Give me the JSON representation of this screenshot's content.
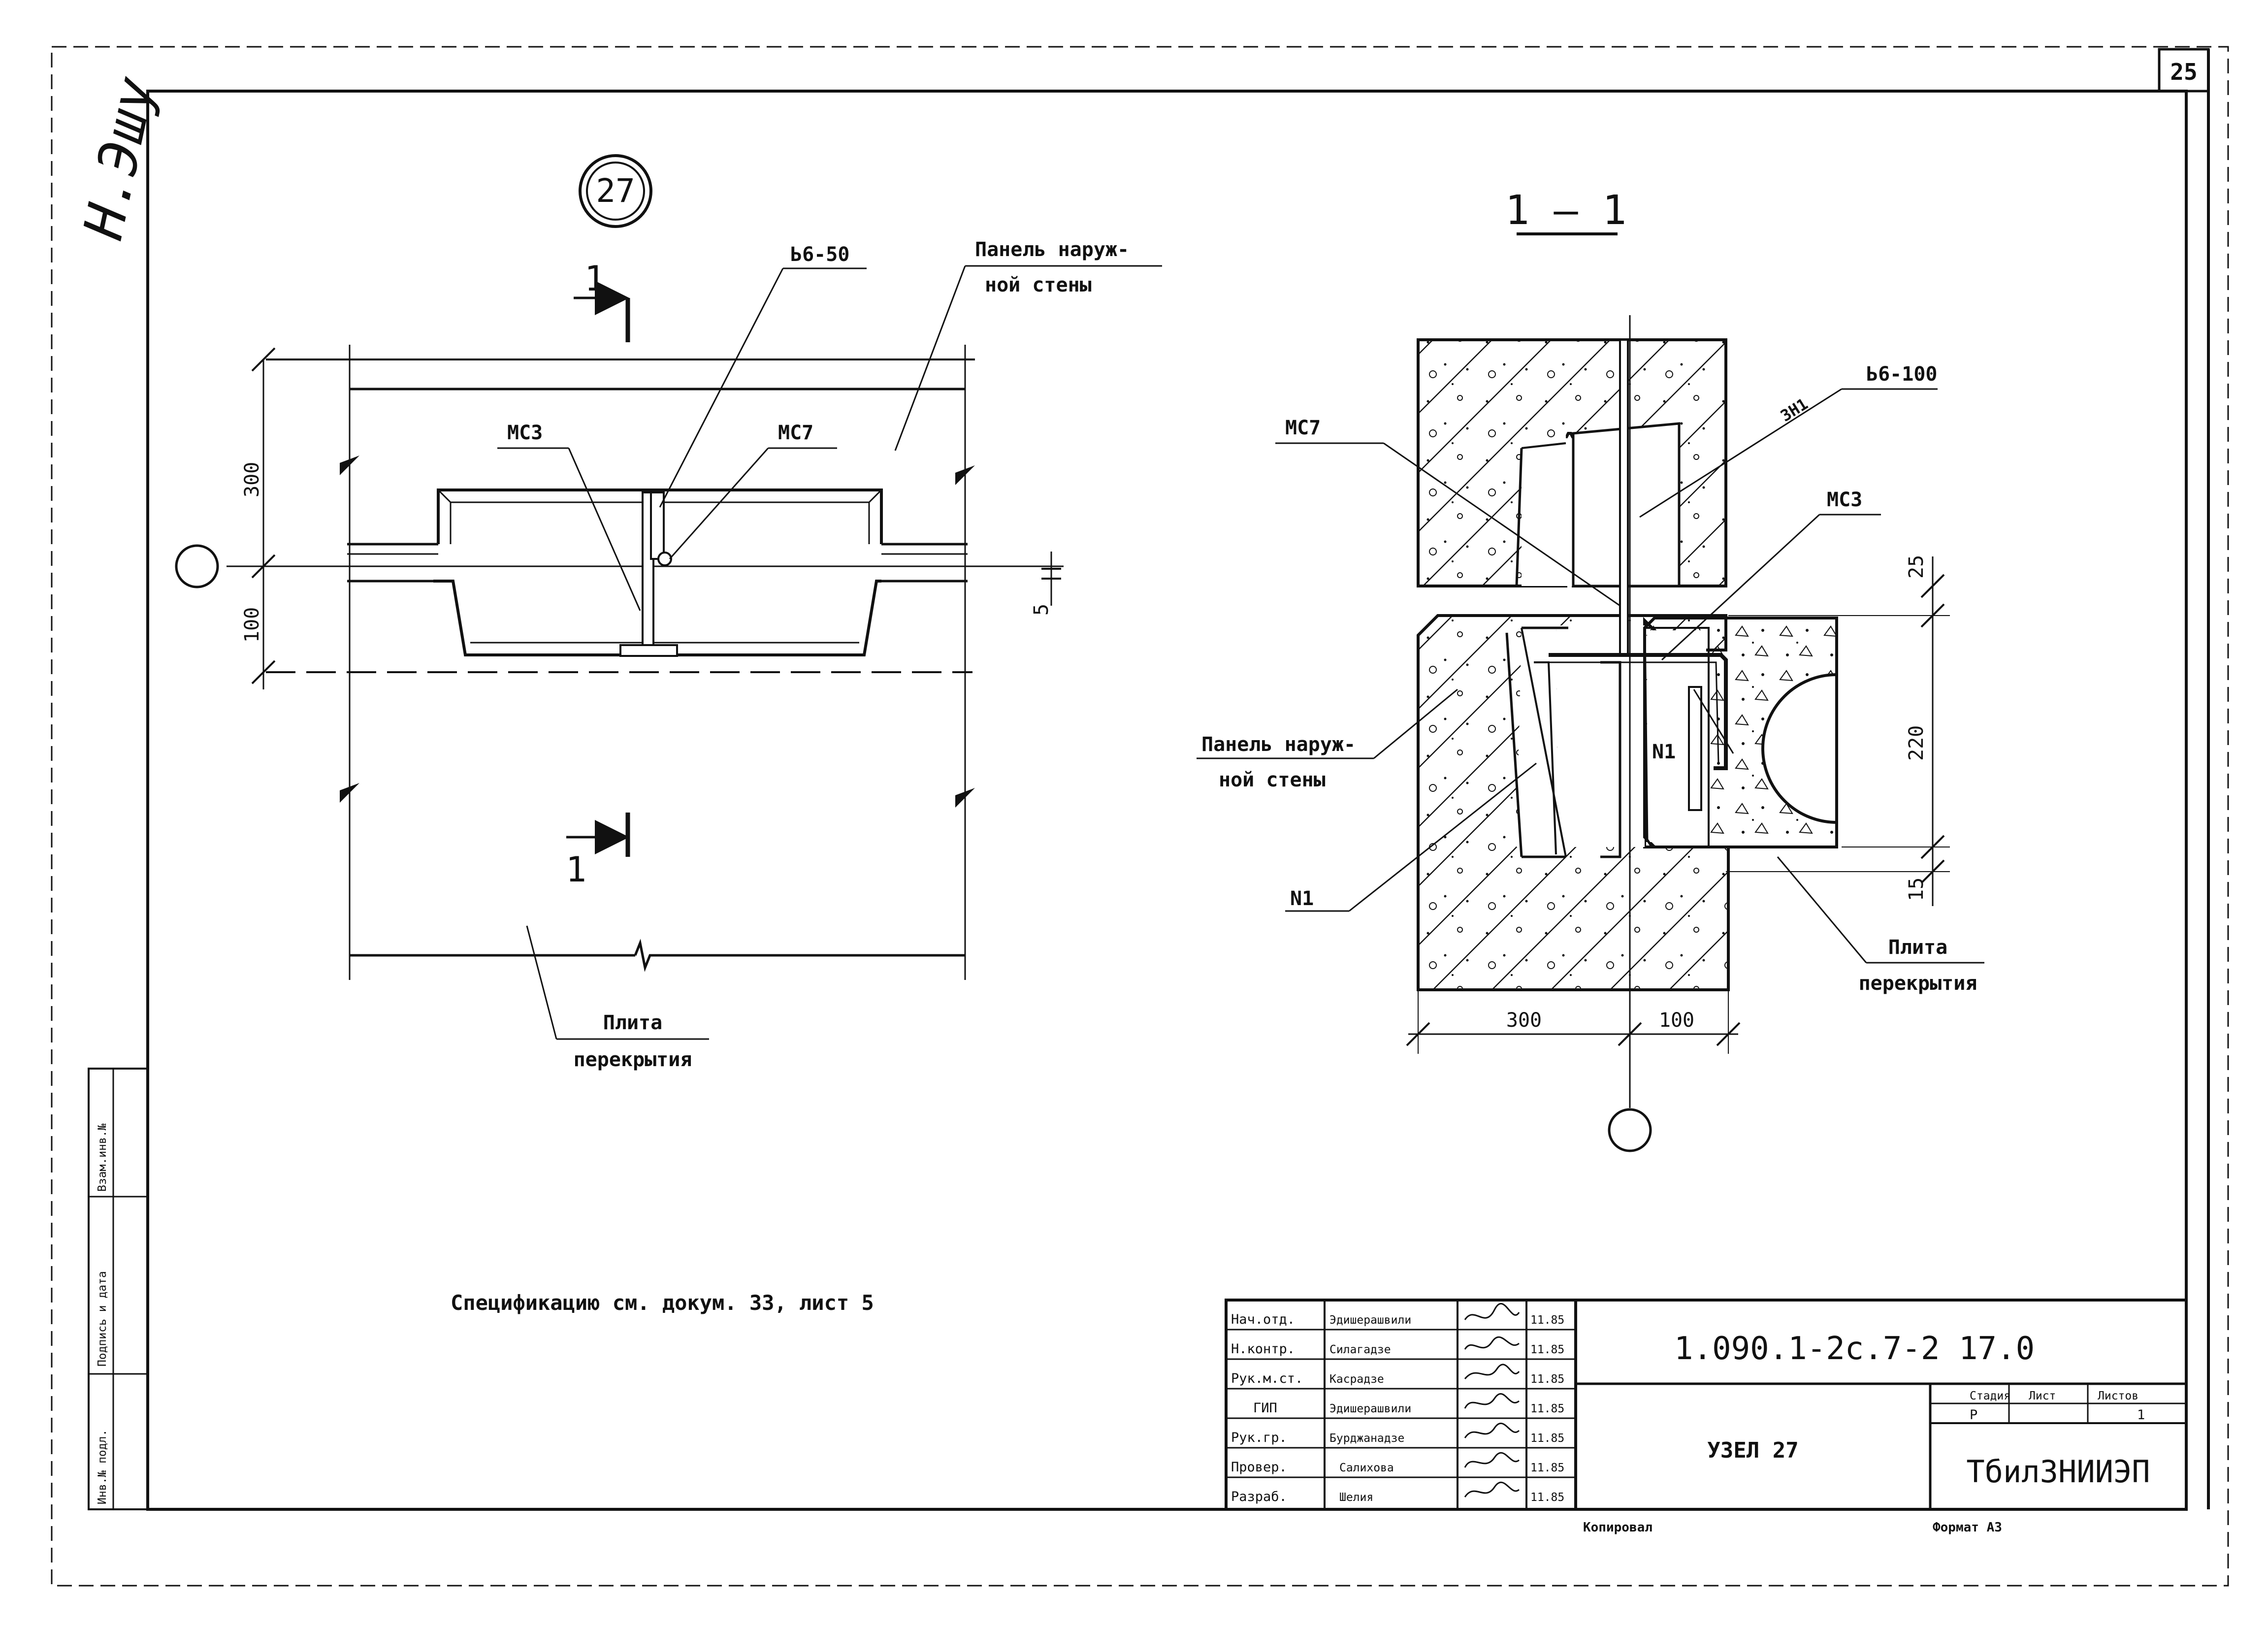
{
  "sheet": {
    "page_number": "25",
    "handwritten_signature": "Н.Эшу",
    "spec_note": "Спецификацию см. докум. 33, лист 5",
    "footer_copied": "Копировал",
    "footer_format": "Формат А3"
  },
  "plan_view": {
    "node_number": "27",
    "section_mark": "1",
    "labels": {
      "weld_top": "Ь6-50",
      "panel_line1": "Панель наруж-",
      "panel_line2": "ной стены",
      "mc3": "МС3",
      "mc7": "МС7",
      "slab_line1": "Плита",
      "slab_line2": "перекрытия"
    },
    "dimensions": {
      "top": "300",
      "bottom": "100",
      "gap": "5"
    }
  },
  "section_view": {
    "title": "1 – 1",
    "labels": {
      "mc7": "МС7",
      "zn1": "ЗН1",
      "weld": "Ь6-100",
      "mc3": "МС3",
      "panel_line1": "Панель наруж-",
      "panel_line2": "ной стены",
      "n1_inner": "N1",
      "n1_bottom": "N1",
      "slab_line1": "Плита",
      "slab_line2": "перекрытия"
    },
    "dimensions": {
      "d25": "25",
      "d220": "220",
      "d15": "15",
      "d300": "300",
      "d100": "100"
    }
  },
  "title_block": {
    "doc_code": "1.090.1-2с.7-2 17.0",
    "drawing_name": "УЗЕЛ 27",
    "organization": "ТбилЗНИИЭП",
    "stage_header": "Стадия",
    "sheet_header": "Лист",
    "sheets_header": "Листов",
    "stage_value": "Р",
    "sheet_value": "",
    "sheets_value": "1",
    "rows": [
      {
        "role": "Нач.отд.",
        "name": "Эдишерашвили",
        "date": "11.85"
      },
      {
        "role": "Н.контр.",
        "name": "Силагадзе",
        "date": "11.85"
      },
      {
        "role": "Рук.м.ст.",
        "name": "Касрадзе",
        "date": "11.85"
      },
      {
        "role": "ГИП",
        "name": "Эдишерашвили",
        "date": "11.85"
      },
      {
        "role": "Рук.гр.",
        "name": "Бурджанадзе",
        "date": "11.85"
      },
      {
        "role": "Провер.",
        "name": "Салихова",
        "date": "11.85"
      },
      {
        "role": "Разраб.",
        "name": "Шелия",
        "date": "11.85"
      }
    ]
  },
  "side_stamp": {
    "inv_podl": "Инв.№ подл.",
    "sign_date": "Подпись и дата",
    "vzam_inv": "Взам.инв.№"
  }
}
